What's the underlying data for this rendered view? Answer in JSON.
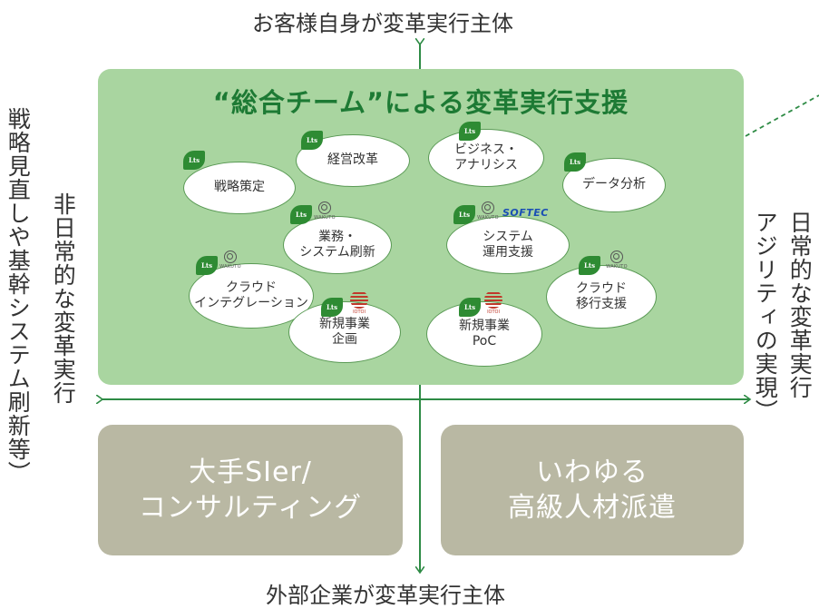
{
  "axes": {
    "top_label": "お客様自身が変革実行主体",
    "bottom_label": "外部企業が変革実行主体",
    "left_label_line1": "戦略見直しや基幹システム刷新等）",
    "left_label_line2": "非日常的な変革実行",
    "right_label_line1": "日常的な変革実行",
    "right_label_line2": "アジリティの実現）"
  },
  "green_panel": {
    "title": "“総合チーム”による変革実行支援",
    "bubbles": [
      {
        "line1": "戦略策定",
        "line2": ""
      },
      {
        "line1": "経営改革",
        "line2": ""
      },
      {
        "line1": "ビジネス・",
        "line2": "アナリシス"
      },
      {
        "line1": "データ分析",
        "line2": ""
      },
      {
        "line1": "業務・",
        "line2": "システム刷新"
      },
      {
        "line1": "システム",
        "line2": "運用支援"
      },
      {
        "line1": "クラウド",
        "line2": "インテグレーション"
      },
      {
        "line1": "クラウド",
        "line2": "移行支援"
      },
      {
        "line1": "新規事業",
        "line2": "企画"
      },
      {
        "line1": "新規事業",
        "line2": "PoC"
      }
    ]
  },
  "logos": {
    "lts": "Lts",
    "wakuto": "WAKUTO",
    "iotoi": "IOTOI",
    "softec": "SOFTEC"
  },
  "grey_boxes": [
    {
      "line1": "大手SIer/",
      "line2": "コンサルティング"
    },
    {
      "line1": "いわゆる",
      "line2": "高級人材派遣"
    }
  ],
  "colors": {
    "green_panel": "#a9d5a0",
    "title_green": "#1d7a34",
    "arrow_green": "#2e8b45",
    "grey_box": "#b9b8a3",
    "leaf_green": "#2e8b33",
    "iotoi_red": "#c0392b",
    "softec_blue": "#1a4fb4"
  }
}
